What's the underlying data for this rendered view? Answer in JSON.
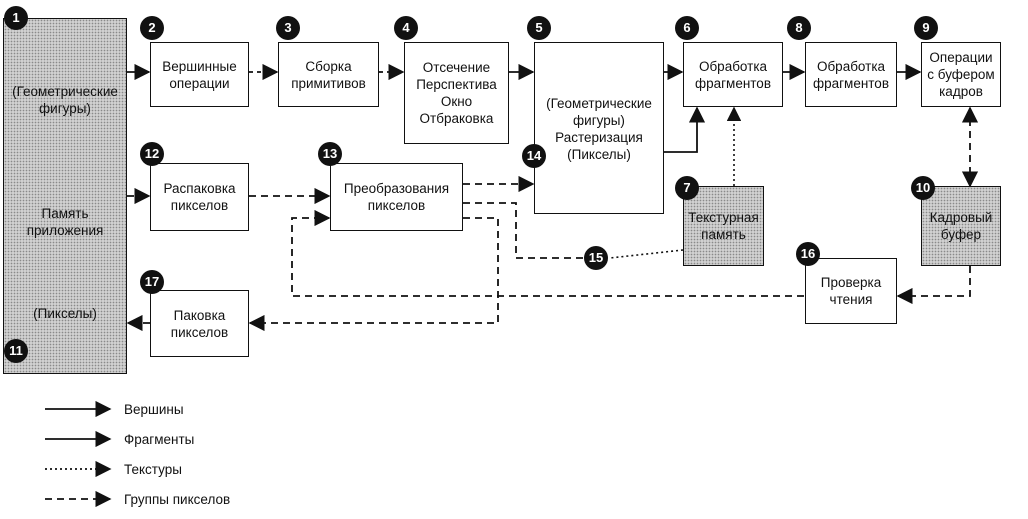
{
  "nodes": {
    "app_memory": {
      "number": "1",
      "top_text": "(Геометрические фигуры)",
      "mid_text": "Память приложения",
      "bottom_text": "(Пикселы)",
      "bottom_number": "11"
    },
    "vertex_ops": {
      "number": "2",
      "text": "Вершинные операции"
    },
    "primitive_assembly": {
      "number": "3",
      "text": "Сборка примитивов"
    },
    "clipping": {
      "number": "4",
      "lines": [
        "Отсечение",
        "Перспектива",
        "Окно",
        "Отбраковка"
      ]
    },
    "rasterization": {
      "number": "5",
      "lines": [
        "(Геометрические",
        "фигуры)",
        "Растеризация",
        "(Пикселы)"
      ],
      "inner_number": "14"
    },
    "fragment_ops_1": {
      "number": "6",
      "text": "Обработка фрагментов"
    },
    "texture_memory": {
      "number": "7",
      "text": "Текстурная память"
    },
    "fragment_ops_2": {
      "number": "8",
      "text": "Обработка фрагментов"
    },
    "framebuffer_ops": {
      "number": "9",
      "text": "Операции с буфером кадров"
    },
    "framebuffer": {
      "number": "10",
      "text": "Кадровый буфер"
    },
    "pixel_unpack": {
      "number": "12",
      "text": "Распаковка пикселов"
    },
    "pixel_transfer": {
      "number": "13",
      "text": "Преобразования пикселов"
    },
    "texture_path_label": {
      "number": "15"
    },
    "read_control": {
      "number": "16",
      "text": "Проверка чтения"
    },
    "pixel_pack": {
      "number": "17",
      "text": "Паковка пикселов"
    }
  },
  "legend": [
    {
      "label": "Вершины",
      "style": "solid"
    },
    {
      "label": "Фрагменты",
      "style": "solid"
    },
    {
      "label": "Текстуры",
      "style": "dotted"
    },
    {
      "label": "Группы пикселов",
      "style": "dashed"
    }
  ]
}
